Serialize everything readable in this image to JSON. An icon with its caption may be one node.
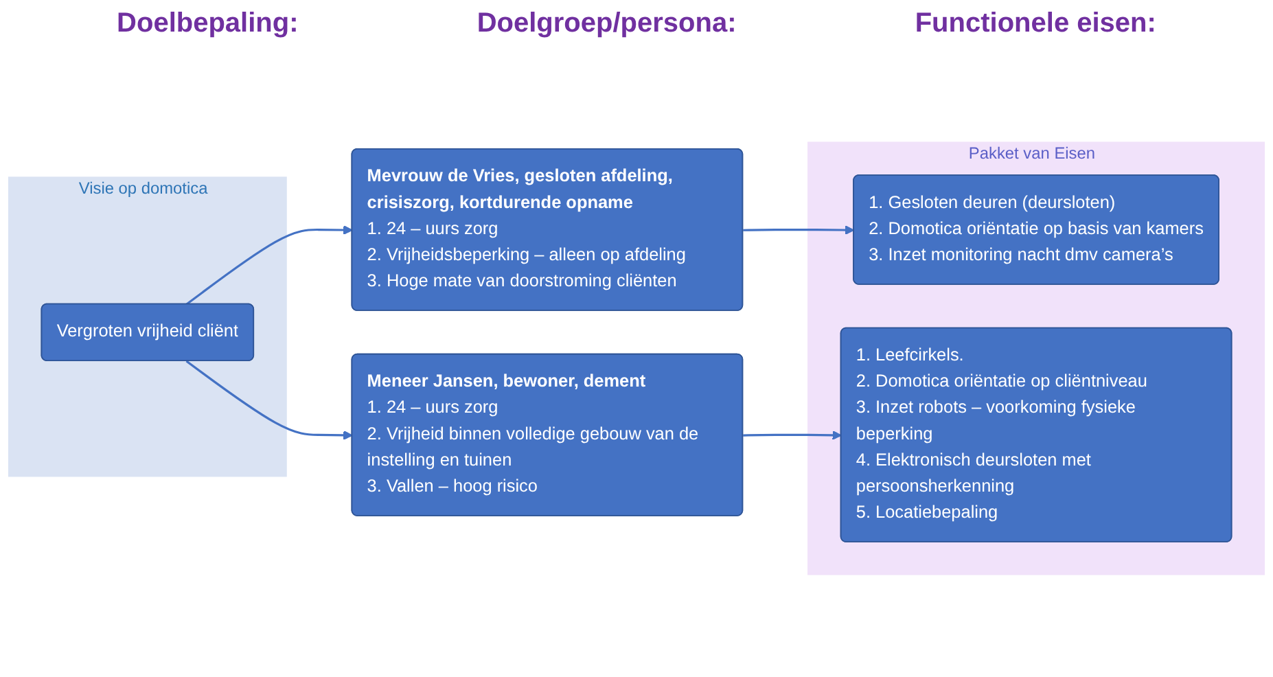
{
  "diagram": {
    "nodes": [
      {
        "text": [
          "Visie op domotica"
        ]
      },
      {
        "text": [
          "Vergroten vrijheid cliënt"
        ],
        "in": 0
      },
      {
        "text": [
          "Pakket van Eisen"
        ]
      },
      {
        "text": [
          "Mevrouw de Vries, gesloten afdeling, crisiszorg, kortdurende opname",
          "1. 24 – uurs zorg",
          "2. Vrijheidsbeperking – alleen op afdeling",
          "3. Hoge mate van doorstroming cliënten"
        ]
      },
      {
        "text": [
          "Meneer Jansen, bewoner, dement",
          "1. 24 – uurs zorg",
          "2. Vrijheid binnen volledige gebouw van de instelling en tuinen",
          "3. Vallen – hoog risico"
        ]
      },
      {
        "text": [
          "1. Gesloten deuren (deursloten)",
          "2. Domotica oriëntatie op basis van kamers",
          "3. Inzet monitoring nacht dmv camera’s"
        ],
        "in": 2
      },
      {
        "text": [
          "1. Leefcirkels.",
          "2. Domotica oriëntatie op cliëntniveau",
          "3. Inzet robots – voorkoming fysieke beperking",
          "4. Elektronisch deursloten met persoonsherkenning",
          "5. Locatiebepaling"
        ],
        "in": 2
      }
    ],
    "edges": [
      {
        "from": 1,
        "to": 3,
        "arrow": "to"
      },
      {
        "from": 1,
        "to": 4,
        "arrow": "to"
      },
      {
        "from": 3,
        "to": 5,
        "arrow": "to"
      },
      {
        "from": 4,
        "to": 6,
        "arrow": "to"
      }
    ],
    "labels": [
      "Doelbepaling:",
      "Doelgroep/persona:",
      "Functionele eisen:"
    ]
  }
}
